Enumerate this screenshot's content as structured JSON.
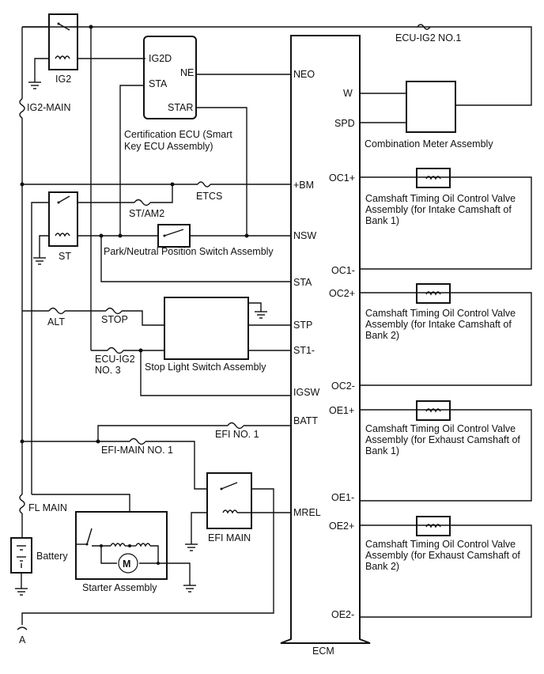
{
  "ecm": {
    "name": "ECM",
    "left_pins": [
      "NEO",
      "+BM",
      "NSW",
      "STA",
      "STP",
      "ST1-",
      "IGSW",
      "BATT",
      "MREL"
    ],
    "right_pins": [
      "W",
      "SPD",
      "OC1+",
      "OC1-",
      "OC2+",
      "OC2-",
      "OE1+",
      "OE1-",
      "OE2+",
      "OE2-"
    ]
  },
  "components": {
    "cert_ecu": {
      "name_line1": "Certification ECU (Smart",
      "name_line2": "Key ECU Assembly)",
      "pins": [
        "IG2D",
        "STA",
        "NE",
        "STAR"
      ]
    },
    "combination_meter": "Combination Meter Assembly",
    "ocv_intake_1": [
      "Camshaft Timing Oil Control Valve",
      "Assembly (for Intake Camshaft of",
      "Bank 1)"
    ],
    "ocv_intake_2": [
      "Camshaft Timing Oil Control Valve",
      "Assembly (for Intake Camshaft of",
      "Bank 2)"
    ],
    "ocv_exhaust_1": [
      "Camshaft Timing Oil Control Valve",
      "Assembly (for Exhaust Camshaft of",
      "Bank 1)"
    ],
    "ocv_exhaust_2": [
      "Camshaft Timing Oil Control Valve",
      "Assembly (for Exhaust Camshaft of",
      "Bank 2)"
    ],
    "park_neutral": "Park/Neutral Position Switch Assembly",
    "stop_light": "Stop Light Switch Assembly",
    "starter": "Starter Assembly",
    "motor_symbol": "M",
    "battery": "Battery",
    "relays": {
      "ig2": "IG2",
      "st": "ST",
      "efi_main": "EFI MAIN"
    }
  },
  "fuses": {
    "ecu_ig2_no1": "ECU-IG2 NO.1",
    "ig2_main": "IG2-MAIN",
    "etcs": "ETCS",
    "st_am2": "ST/AM2",
    "alt": "ALT",
    "stop": "STOP",
    "ecu_ig2_no3_line1": "ECU-IG2",
    "ecu_ig2_no3_line2": "NO. 3",
    "efi_no1": "EFI NO. 1",
    "efi_main_no1": "EFI-MAIN NO. 1",
    "fl_main": "FL MAIN"
  },
  "connector_marker": "A"
}
